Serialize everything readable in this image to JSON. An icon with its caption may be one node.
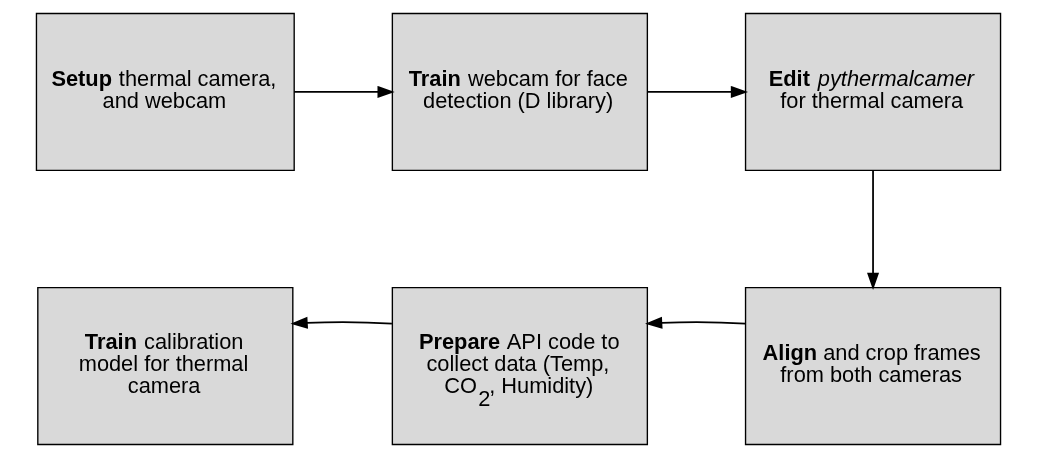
{
  "diagram": {
    "nodes": [
      {
        "text": [
          "**Setup** thermal camera, and webcam"
        ]
      },
      {
        "text": [
          "**Train** webcam for face detection (D library)"
        ]
      },
      {
        "text": [
          "**Edit** *pythermalcamer* for thermal camera"
        ]
      },
      {
        "text": [
          "**Train** calibration model for thermal camera"
        ]
      },
      {
        "text": [
          "**Prepare** API code to collect data (Temp, CO$_{2}$, Humidity)"
        ]
      },
      {
        "text": [
          "**Align** and crop frames from both cameras"
        ]
      }
    ],
    "edges": [
      {
        "from": 0,
        "to": 1,
        "arrow": "to"
      },
      {
        "from": 1,
        "to": 2,
        "arrow": "to"
      },
      {
        "from": 2,
        "to": 5,
        "arrow": "to"
      },
      {
        "from": 5,
        "to": 4,
        "arrow": "to"
      },
      {
        "from": 4,
        "to": 3,
        "arrow": "to"
      }
    ]
  }
}
